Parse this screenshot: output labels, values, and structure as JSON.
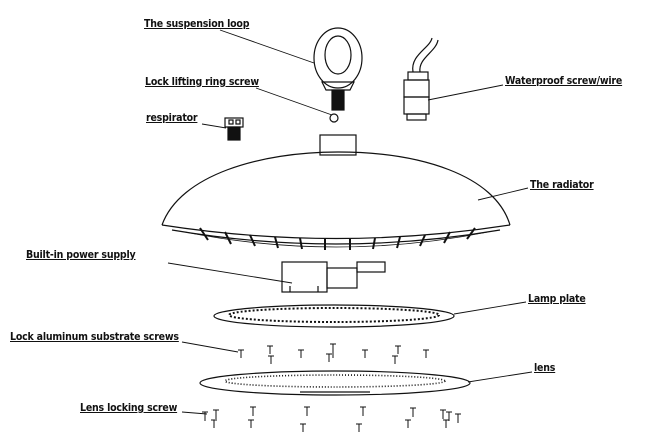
{
  "labels": {
    "suspension_loop": "The suspension loop",
    "lock_ring_screw": "Lock lifting ring screw",
    "respirator": "respirator",
    "waterproof": "Waterproof screw/wire",
    "radiator": "The radiator",
    "power_supply": "Built-in power supply",
    "lamp_plate": "Lamp plate",
    "substrate_screws": "Lock aluminum substrate screws",
    "lens": "lens",
    "lens_screw": "Lens locking screw"
  }
}
